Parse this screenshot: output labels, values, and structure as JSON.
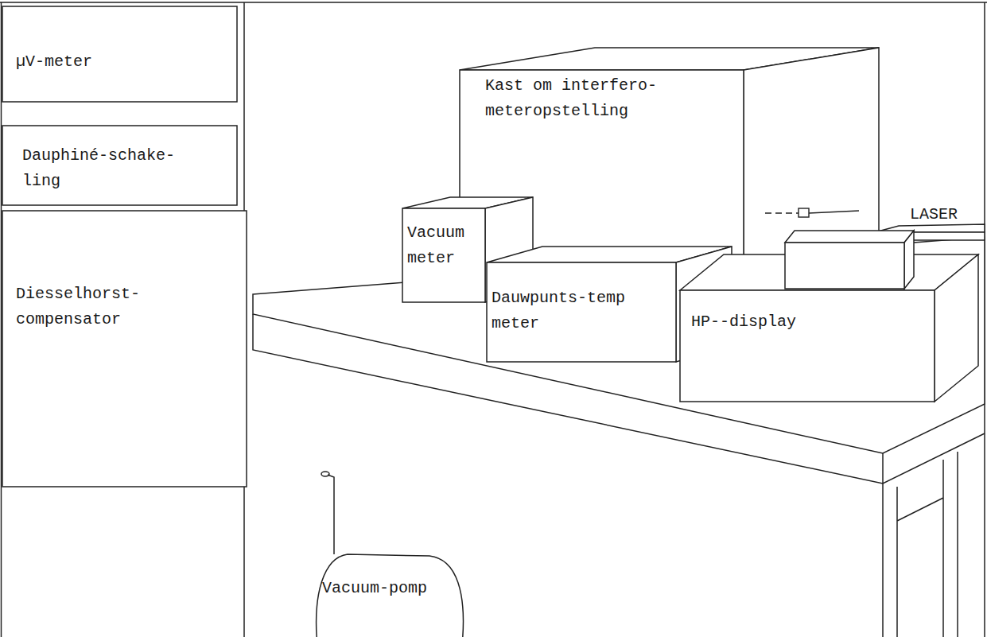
{
  "diagram": {
    "nodes": [
      {
        "text": [
          "µV-meter"
        ]
      },
      {
        "text": [
          "Dauphiné-schake- ling"
        ]
      },
      {
        "text": [
          "Diesselhorst- compensator"
        ]
      },
      {
        "text": [
          "Kast om interfero- meteropstelling"
        ]
      },
      {
        "text": [
          "LASER"
        ]
      },
      {
        "text": [
          "Vacuum meter"
        ]
      },
      {
        "text": [
          "Dauwpunts-temp meter"
        ]
      },
      {
        "text": [
          "HP--display"
        ]
      },
      {
        "text": [
          "Vacuum-pomp"
        ]
      }
    ]
  }
}
